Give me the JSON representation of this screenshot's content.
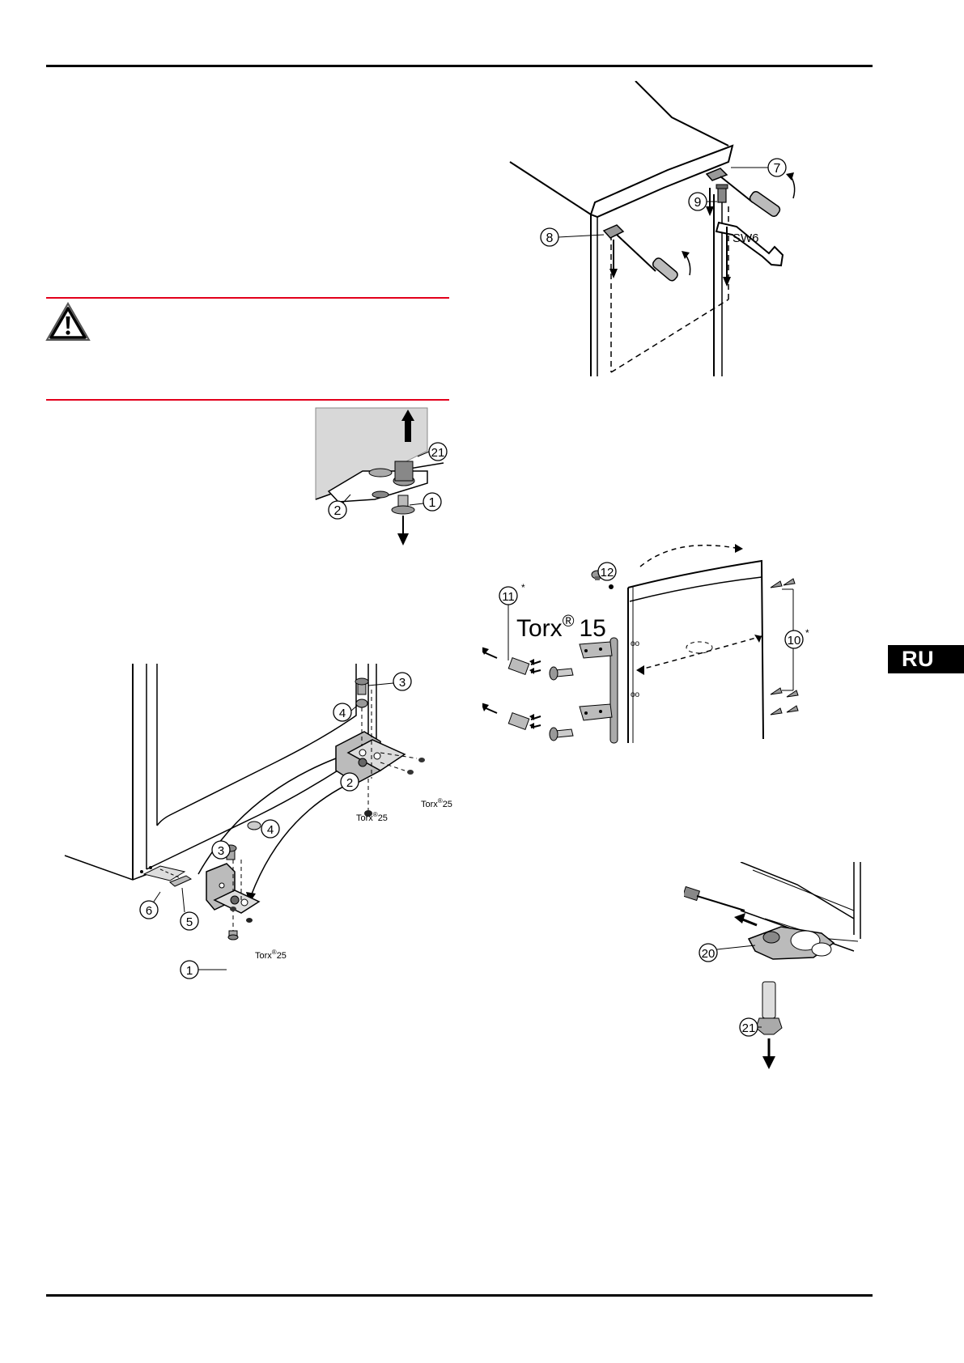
{
  "language_tab": "RU",
  "figures": {
    "fig_top_hinges": {
      "callouts": [
        "7",
        "8",
        "9"
      ],
      "tool_label": "SW6"
    },
    "fig_foot": {
      "callouts": [
        "21",
        "2",
        "1"
      ]
    },
    "fig_handle": {
      "callouts": [
        "12",
        "11",
        "10"
      ],
      "torx_label": "Torx",
      "torx_reg": "®",
      "torx_size": "15",
      "asterisk_11": "*",
      "asterisk_10": "*"
    },
    "fig_bottom_hinge": {
      "callouts": [
        "3",
        "4",
        "2",
        "4",
        "3",
        "6",
        "5",
        "1"
      ],
      "torx_labels": [
        "Torx",
        "Torx",
        "Torx"
      ],
      "torx_reg": "®",
      "torx_size": "25"
    },
    "fig_lower_hinge": {
      "callouts": [
        "20",
        "21"
      ]
    }
  }
}
